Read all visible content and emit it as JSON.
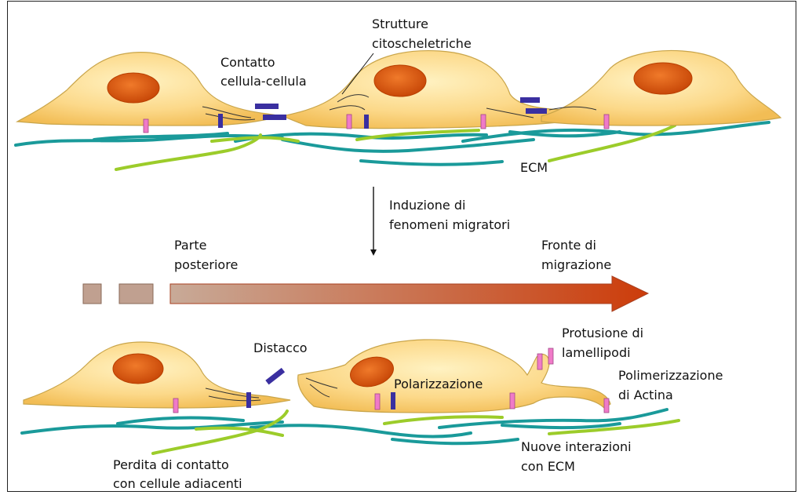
{
  "labels": {
    "strutture": [
      "Strutture",
      "citoscheletriche"
    ],
    "contatto": [
      "Contatto",
      "cellula-cellula"
    ],
    "ecm": "ECM",
    "induzione": [
      "Induzione di",
      "fenomeni migratori"
    ],
    "parte_posteriore": [
      "Parte",
      "posteriore"
    ],
    "fronte": [
      "Fronte di",
      "migrazione"
    ],
    "distacco": "Distacco",
    "protusione": [
      "Protusione di",
      "lamellipodi"
    ],
    "polarizzazione": "Polarizzazione",
    "polimerizzazione": [
      "Polimerizzazione",
      "di Actina"
    ],
    "perdita": [
      "Perdita di contatto",
      "con cellule adiacenti"
    ],
    "nuove": [
      "Nuove interazioni",
      "con ECM"
    ]
  },
  "colors": {
    "cell_fill": "#fbd57a",
    "cell_stroke": "#c9a54a",
    "nucleus": "#d75a10",
    "ecm_teal": "#1a9a9a",
    "ecm_green": "#9ccc2a",
    "integrin_pink": "#f07ac8",
    "cadherin_blue": "#3a2fa0",
    "arrow_dark": "#c8400e",
    "arrow_light": "#bfa090"
  }
}
